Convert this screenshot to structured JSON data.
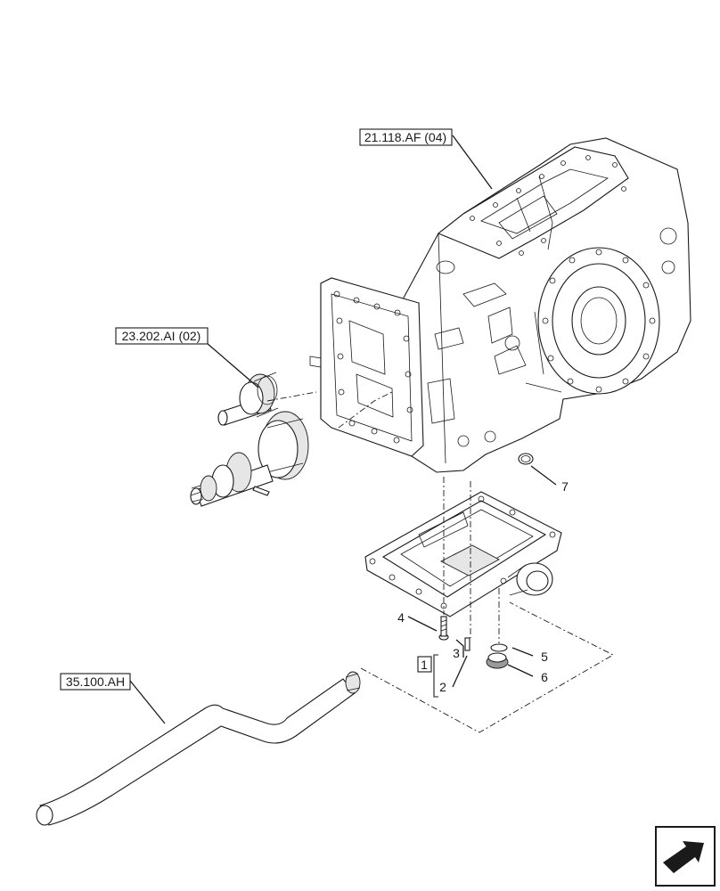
{
  "references": {
    "transmission_housing": "21.118.AF (04)",
    "gear_assembly": "23.202.AI (02)",
    "pipe": "35.100.AH"
  },
  "callouts": {
    "group": "1",
    "p2": "2",
    "p3": "3",
    "p4": "4",
    "p5": "5",
    "p6": "6",
    "p7": "7"
  },
  "nav_icon": "next-page-arrow-icon",
  "colors": {
    "line": "#1a1a1a",
    "background": "#ffffff"
  }
}
